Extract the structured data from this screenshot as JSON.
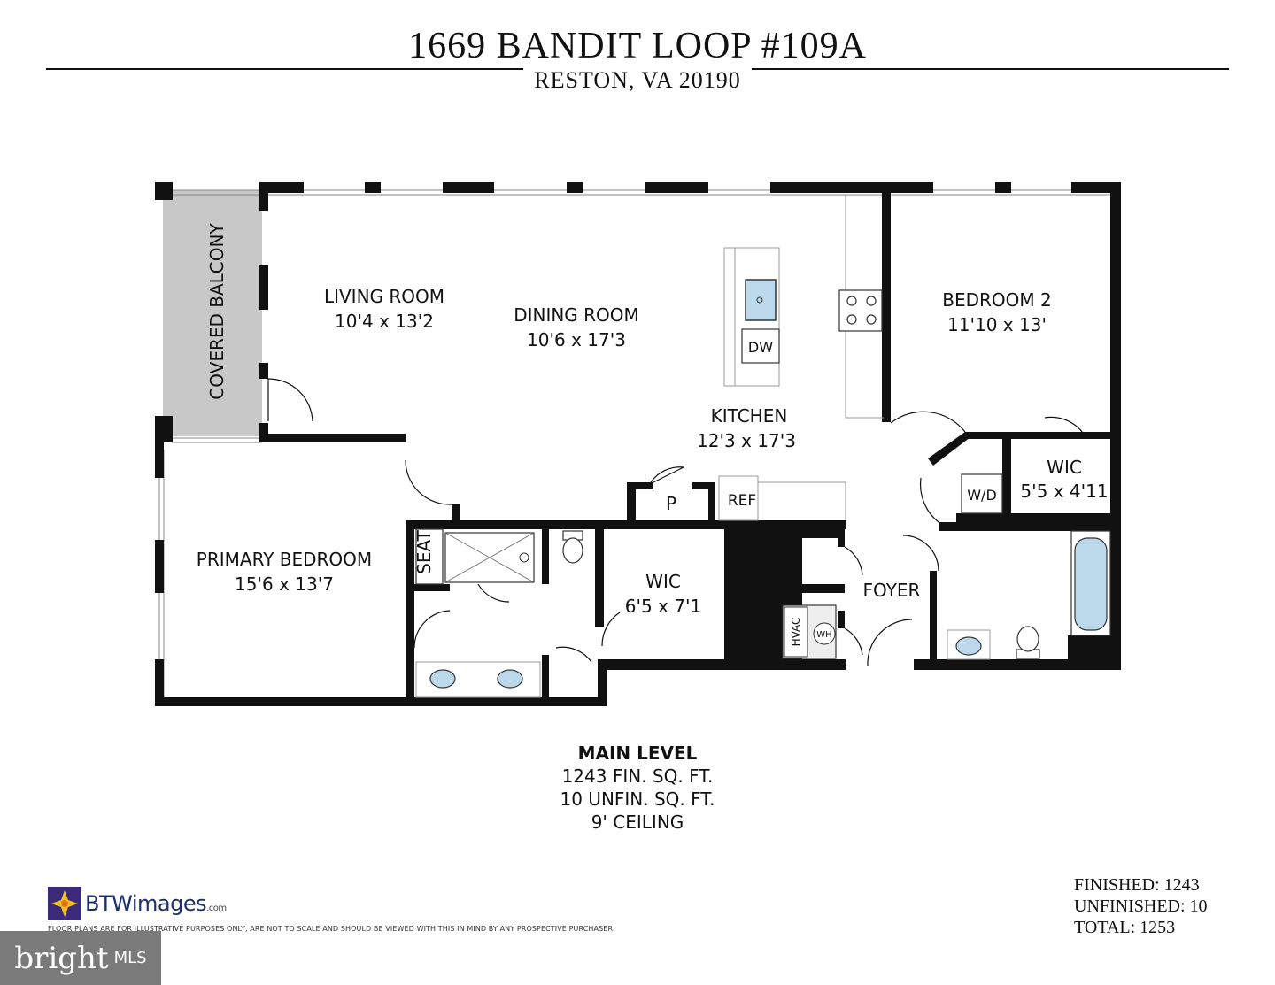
{
  "header": {
    "title": "1669 BANDIT LOOP #109A",
    "subtitle": "RESTON, VA 20190"
  },
  "rooms": {
    "balcony": "COVERED BALCONY",
    "living": {
      "name": "LIVING ROOM",
      "size": "10'4 x 13'2"
    },
    "dining": {
      "name": "DINING ROOM",
      "size": "10'6 x 17'3"
    },
    "kitchen": {
      "name": "KITCHEN",
      "size": "12'3 x 17'3"
    },
    "bedroom2": {
      "name": "BEDROOM 2",
      "size": "11'10 x 13'"
    },
    "wic_small": {
      "name": "WIC",
      "size": "5'5 x 4'11"
    },
    "primary": {
      "name": "PRIMARY BEDROOM",
      "size": "15'6 x 13'7"
    },
    "wic_primary": {
      "name": "WIC",
      "size": "6'5 x 7'1"
    },
    "foyer": "FOYER"
  },
  "fixtures": {
    "dw": "DW",
    "pantry": "P",
    "ref": "REF",
    "wd": "W/D",
    "seat": "SEAT",
    "hvac": "HVAC",
    "wh": "WH"
  },
  "level": {
    "name": "MAIN LEVEL",
    "fin": "1243 FIN. SQ. FT.",
    "unfin": "10 UNFIN. SQ. FT.",
    "ceiling": "9' CEILING"
  },
  "totals": {
    "finished": "FINISHED: 1243",
    "unfinished": "UNFINISHED: 10",
    "total": "TOTAL: 1253"
  },
  "brand": {
    "name": "BTWimages",
    "suffix": ".com",
    "disclaimer": "FLOOR PLANS ARE FOR ILLUSTRATIVE PURPOSES ONLY, ARE NOT TO SCALE AND SHOULD BE VIEWED WITH THIS IN MIND BY ANY PROSPECTIVE PURCHASER.",
    "mls_word": "bright",
    "mls_tag": "MLS"
  },
  "colors": {
    "wall": "#111111",
    "balcony": "#c8c8c8",
    "fixture_blue": "#bcd9ec",
    "brand_navy": "#1f2f6b",
    "mls_gray": "#7a7a7a"
  }
}
